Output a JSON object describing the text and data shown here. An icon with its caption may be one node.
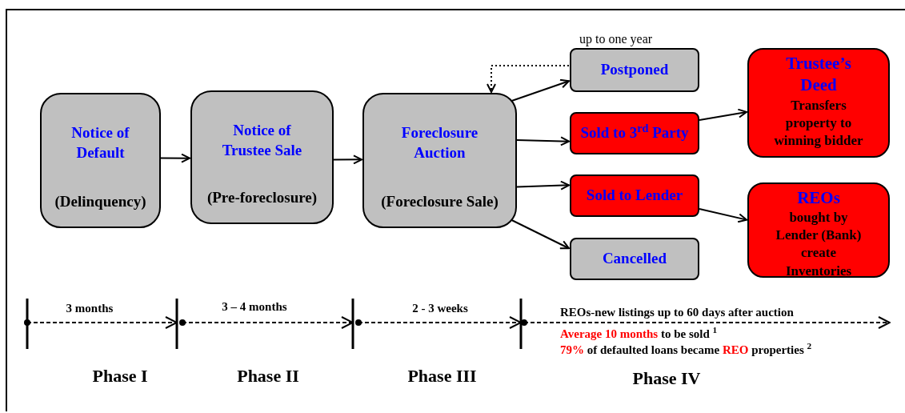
{
  "diagram": {
    "nodes": [
      {
        "text": [
          "Notice of Default",
          "(Delinquency)"
        ]
      },
      {
        "text": [
          "Notice of Trustee Sale",
          "(Pre-foreclosure)"
        ]
      },
      {
        "text": [
          "Foreclosure Auction",
          "(Foreclosure Sale)"
        ]
      },
      {
        "text": [
          "Postponed"
        ],
        "beside": [
          "up to one year"
        ]
      },
      {
        "text": [
          "Sold to 3$^{rd}$ Party"
        ]
      },
      {
        "text": [
          "Sold to Lender"
        ]
      },
      {
        "text": [
          "Cancelled"
        ]
      },
      {
        "text": [
          "Trustee’s Deed",
          "Transfers property to winning bidder"
        ]
      },
      {
        "text": [
          "REOs",
          "bought by Lender (Bank) create Inventories"
        ]
      }
    ],
    "edges": [
      {
        "from": 0,
        "to": 1,
        "arrow": "to"
      },
      {
        "from": 1,
        "to": 2,
        "arrow": "to"
      },
      {
        "from": 2,
        "to": 3,
        "arrow": "to"
      },
      {
        "from": 2,
        "to": 4,
        "arrow": "to"
      },
      {
        "from": 2,
        "to": 5,
        "arrow": "to"
      },
      {
        "from": 2,
        "to": 6,
        "arrow": "to"
      },
      {
        "from": 3,
        "to": 2,
        "arrow": "to",
        "style": "dashed"
      },
      {
        "from": 4,
        "to": 7,
        "arrow": "to"
      },
      {
        "from": 5,
        "to": 8,
        "arrow": "to"
      }
    ],
    "labels": [
      "3 months",
      "3 – 4 months",
      "2 - 3 weeks",
      "REOs-new listings up to 60 days after auction",
      "Average 10 months",
      "to be sold $^{1}$",
      "79%",
      "of defaulted loans became",
      "REO",
      "properties $^{2}$",
      "Phase I",
      "Phase II",
      "Phase III",
      "Phase IV"
    ]
  }
}
